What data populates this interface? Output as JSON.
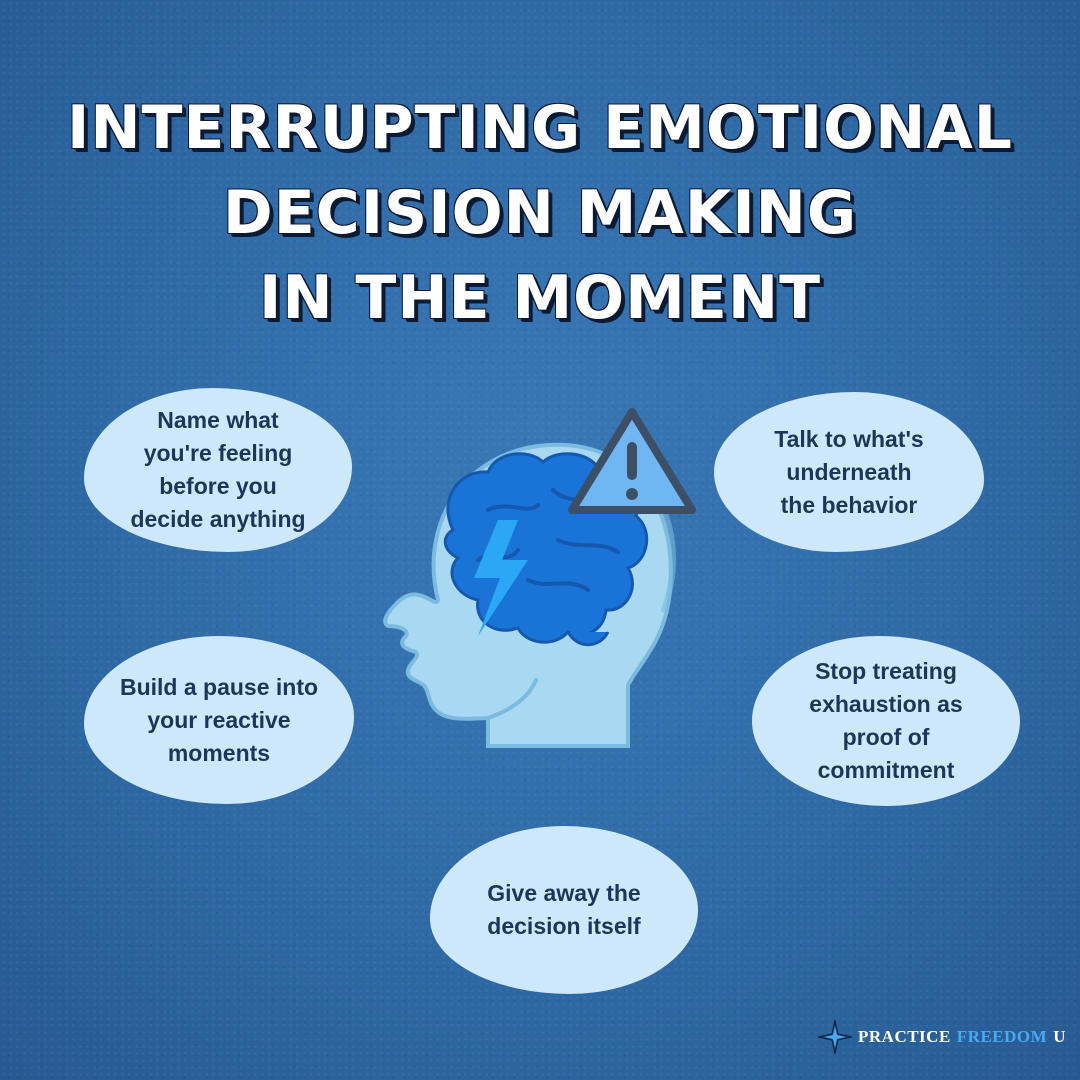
{
  "title": {
    "line1": "INTERRUPTING EMOTIONAL",
    "line2": "DECISION MAKING",
    "line3": "IN THE MOMENT"
  },
  "bubbles": [
    {
      "lines": [
        "Name what",
        "you're feeling",
        "before you",
        "decide anything"
      ]
    },
    {
      "lines": [
        "Talk to what's",
        "underneath",
        "the behavior"
      ]
    },
    {
      "lines": [
        "Build a pause into",
        "your reactive",
        "moments"
      ]
    },
    {
      "lines": [
        "Stop treating",
        "exhaustion as",
        "proof of",
        "commitment"
      ]
    },
    {
      "lines": [
        "Give away the",
        "decision itself"
      ]
    }
  ],
  "logo": {
    "word1": "PRACTICE",
    "word2": "FREEDOM",
    "word3": "U"
  },
  "colors": {
    "background": "#2f6aa6",
    "bubble": "#cde8fb",
    "bubble_text": "#1f3558",
    "title_text": "#ffffff",
    "title_outline": "#0b1a33",
    "brain": "#1a73d6",
    "head": "#a8d8f2",
    "warning": "#6fb6f3",
    "logo_accent": "#4aa9f0"
  },
  "icons": [
    "head-silhouette-icon",
    "brain-icon",
    "lightning-bolt-icon",
    "warning-triangle-icon",
    "compass-star-icon"
  ]
}
